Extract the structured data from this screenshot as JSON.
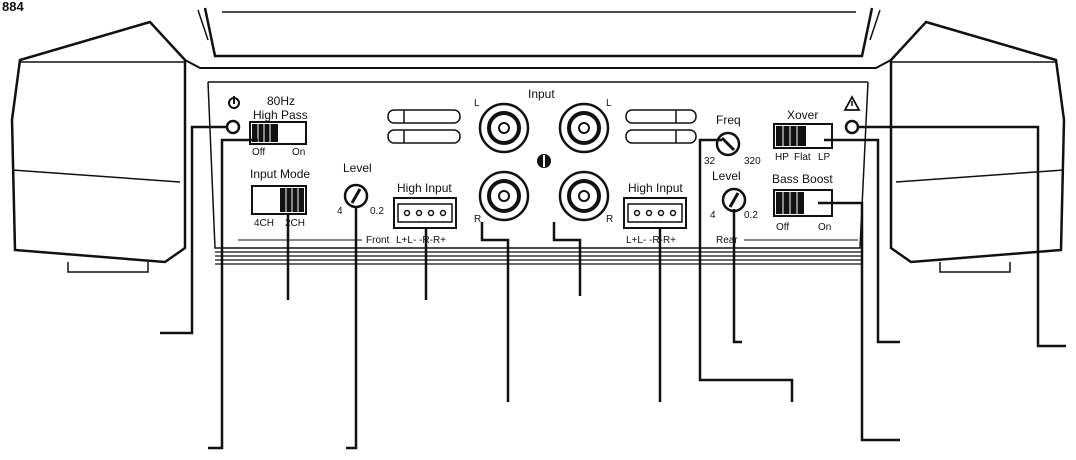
{
  "corner_text": "884",
  "front": {
    "hpf": {
      "title": "80Hz",
      "title2": "High Pass",
      "off": "Off",
      "on": "On"
    },
    "input_mode": {
      "title": "Input Mode",
      "left": "4CH",
      "right": "2CH"
    },
    "level": {
      "title": "Level",
      "min": "4",
      "max": "0.2"
    },
    "high_input": {
      "title": "High Input",
      "pins": "L+L- -R-R+"
    },
    "section": "Front"
  },
  "input": {
    "title": "Input",
    "l": "L",
    "r": "R"
  },
  "rear": {
    "freq": {
      "title": "Freq",
      "min": "32",
      "max": "320"
    },
    "level": {
      "title": "Level",
      "min": "4",
      "max": "0.2"
    },
    "high_input": {
      "title": "High Input",
      "pins": "L+L- -R-R+"
    },
    "xover": {
      "title": "Xover",
      "hp": "HP",
      "flat": "Flat",
      "lp": "LP"
    },
    "bass_boost": {
      "title": "Bass Boost",
      "off": "Off",
      "on": "On"
    },
    "section": "Rear"
  },
  "icons": {
    "power": "power-icon",
    "warning": "warning-triangle-icon"
  }
}
